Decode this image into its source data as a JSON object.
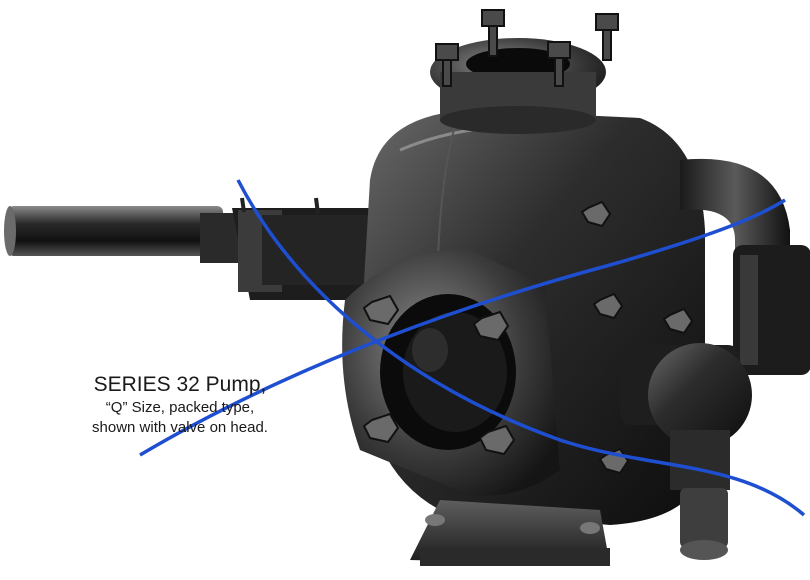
{
  "caption": {
    "title": "SERIES 32 Pump,",
    "line1": "“Q” Size, packed type,",
    "line2": "shown with valve on head."
  },
  "illustration": {
    "subject": "pump-engraving",
    "strike_color": "#1f4fd1"
  }
}
